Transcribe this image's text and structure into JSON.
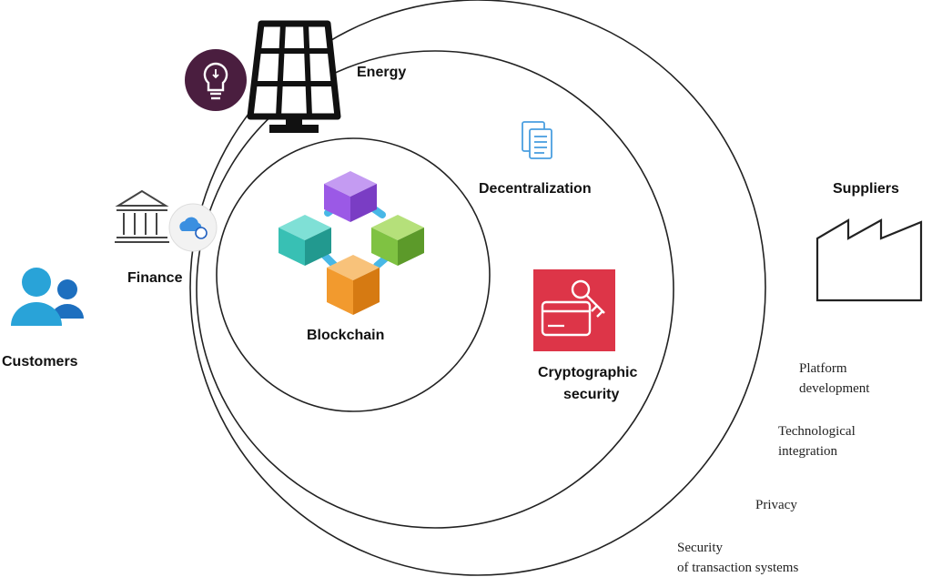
{
  "labels": {
    "energy": "Energy",
    "decentralization": "Decentralization",
    "suppliers": "Suppliers",
    "finance": "Finance",
    "blockchain": "Blockchain",
    "customers": "Customers",
    "crypto_line1": "Cryptographic",
    "crypto_line2": "security",
    "platform_line1": "Platform",
    "platform_line2": "development",
    "tech_line1": "Technological",
    "tech_line2": "integration",
    "privacy": "Privacy",
    "security_line1": "Security",
    "security_line2": "of transaction systems"
  },
  "icons": {
    "energy": "solar-panel-icon",
    "lightbulb": "lightbulb-icon",
    "document": "document-stack-icon",
    "supplier": "factory-icon",
    "finance": "bank-icon",
    "blockchain": "blockchain-cubes-icon",
    "customers": "users-icon",
    "crypto": "card-key-icon"
  },
  "colors": {
    "circle_stroke": "#222222",
    "lightbulb_bg": "#4a1e3f",
    "crypto_bg": "#dd3548",
    "customers": "#29a3d8",
    "cube_purple": "#9b59e6",
    "cube_teal": "#38c0b4",
    "cube_green": "#7fc242",
    "cube_orange": "#f29a2e",
    "cube_link": "#48b8e6",
    "document": "#4a9fe0"
  }
}
